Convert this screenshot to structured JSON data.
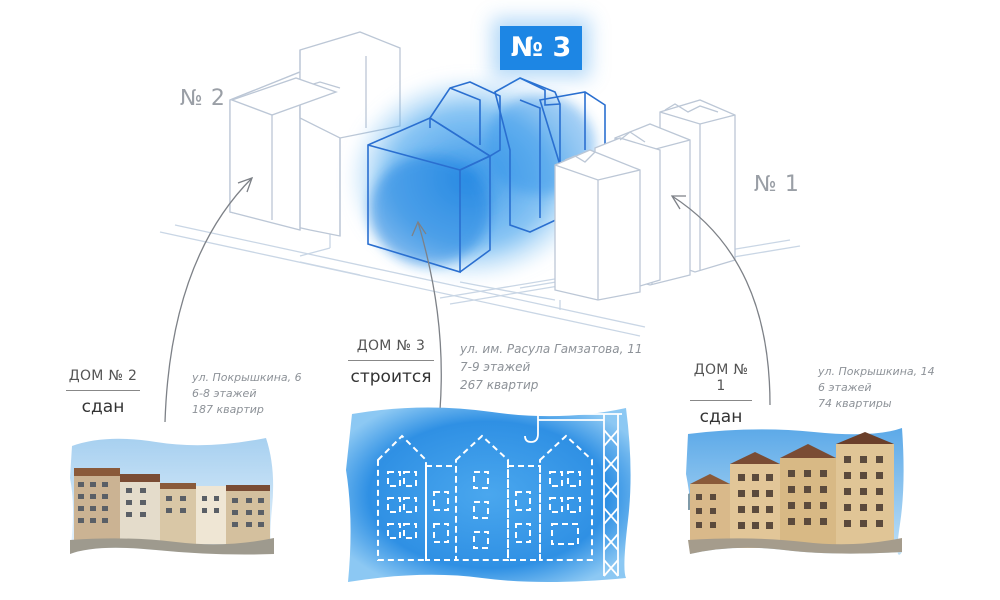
{
  "title_badge": "№ 3",
  "map_labels": {
    "house2": "№ 2",
    "house1": "№ 1"
  },
  "houses": [
    {
      "title": "ДОМ № 2",
      "status": "сдан",
      "address": "ул. Покрышкина, 6",
      "floors": "6-8 этажей",
      "apartments": "187 квартир"
    },
    {
      "title": "ДОМ № 3",
      "status": "строится",
      "address": "ул. им. Расула Гамзатова, 11",
      "floors": "7-9 этажей",
      "apartments": "267 квартир"
    },
    {
      "title": "ДОМ № 1",
      "status": "сдан",
      "address": "ул. Покрышкина, 14",
      "floors": "6 этажей",
      "apartments": "74 квартиры"
    }
  ],
  "colors": {
    "accent": "#1d86e4",
    "outline": "#b9c8da",
    "arrow": "#7d8187",
    "label": "#9a9fa6"
  },
  "icons": [
    "curved-arrow-icon",
    "building-sketch-icon",
    "crane-icon"
  ]
}
